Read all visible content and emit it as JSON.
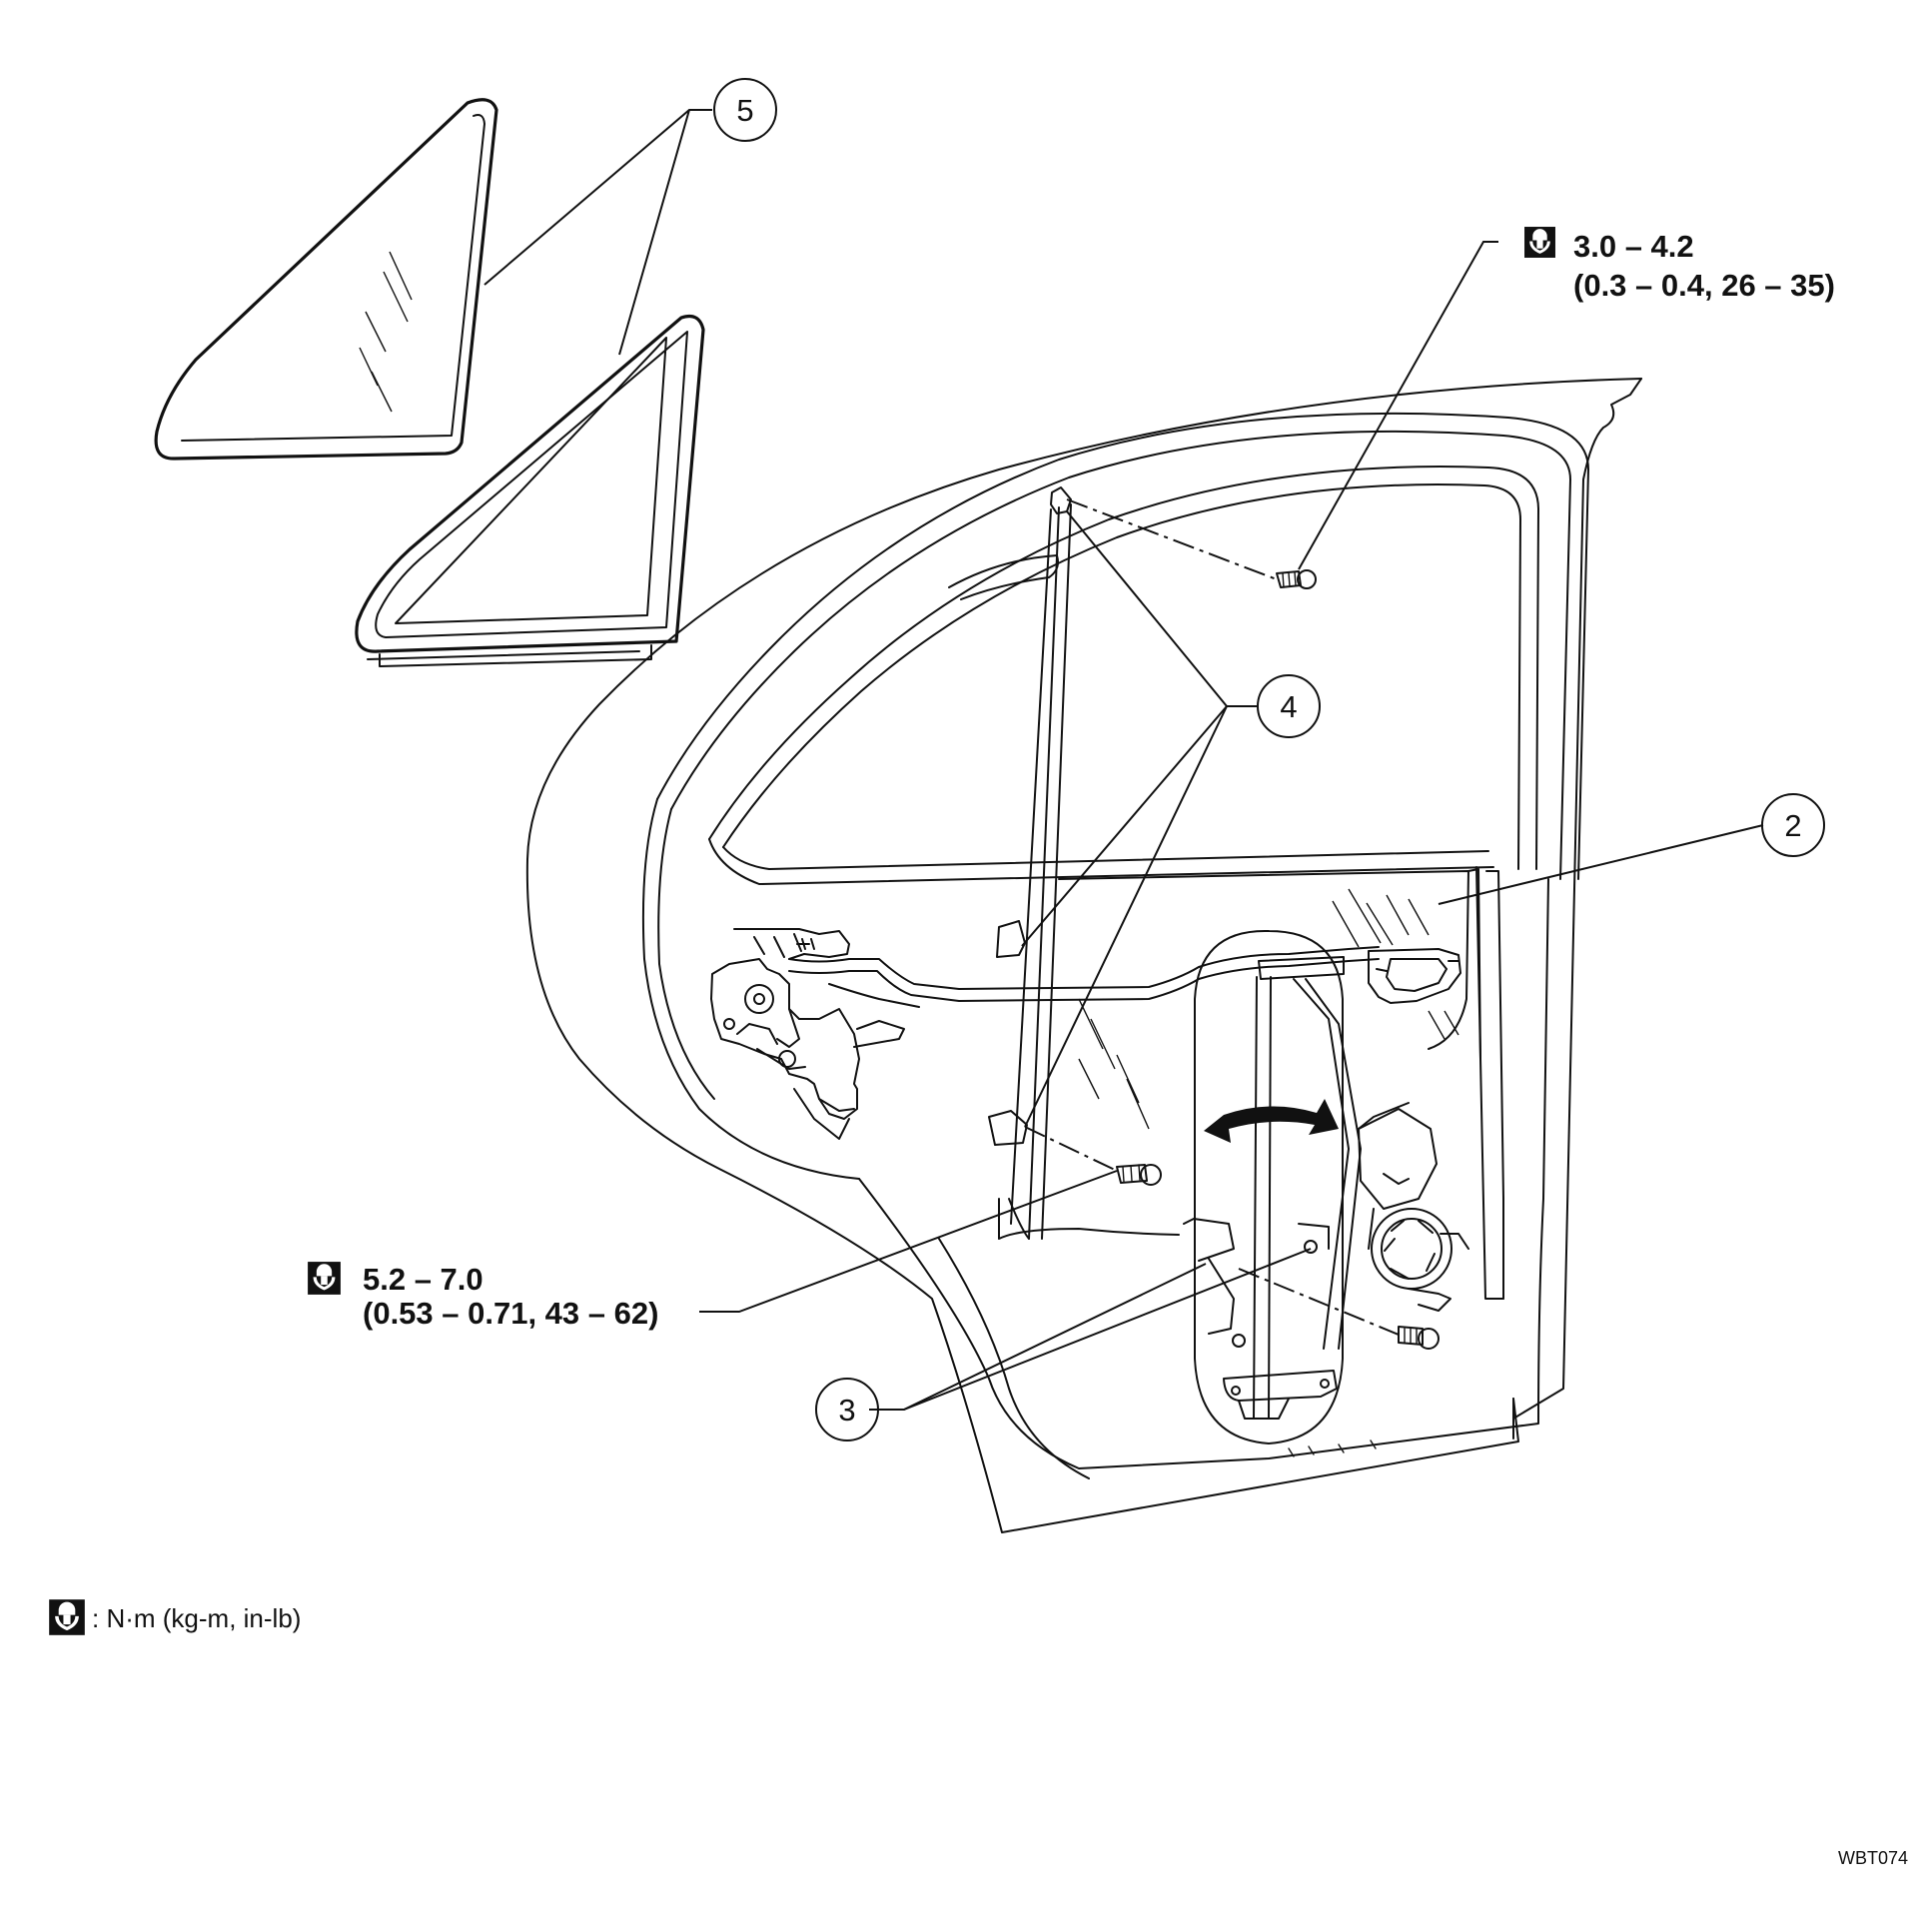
{
  "callouts": {
    "c2": "2",
    "c3": "3",
    "c4": "4",
    "c5": "5"
  },
  "torque_specs": {
    "upper": {
      "line1": "3.0 – 4.2",
      "line2": "(0.3 – 0.4, 26 – 35)",
      "icon": "torque-wrench-icon"
    },
    "lower": {
      "line1": "5.2 – 7.0",
      "line2": "(0.53 – 0.71, 43 – 62)",
      "icon": "torque-wrench-icon"
    }
  },
  "legend": {
    "text": ": N·m (kg-m, in-lb)",
    "icon": "torque-wrench-icon"
  },
  "figure_code": "WBT074"
}
